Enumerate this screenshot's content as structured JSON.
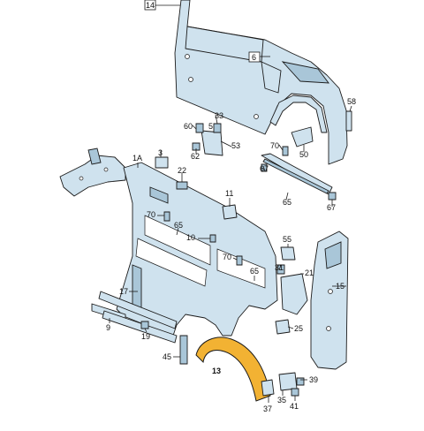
{
  "colors": {
    "part_fill": "#cfe2ee",
    "highlight_fill": "#f2b233",
    "outline": "#1b1b1b"
  },
  "highlighted_part": "13",
  "labels": {
    "l14": "14",
    "l6": "6",
    "l58": "58",
    "l33": "33",
    "l60": "60",
    "l5": "5",
    "l53": "53",
    "l62": "62",
    "l70a": "70",
    "l50": "50",
    "l67a": "67",
    "l1a": "1A",
    "l3": "3",
    "l22": "22",
    "l65a": "65",
    "l67b": "67",
    "l11": "11",
    "l70b": "70",
    "l65b": "65",
    "l10": "10",
    "l55": "55",
    "l70c": "70",
    "l65c": "65",
    "l31": "31",
    "l21": "21",
    "l15": "15",
    "l17": "17",
    "l9": "9",
    "l19": "19",
    "l25": "25",
    "l45": "45",
    "l13": "13",
    "l39": "39",
    "l37": "37",
    "l35": "35",
    "l41": "41"
  }
}
